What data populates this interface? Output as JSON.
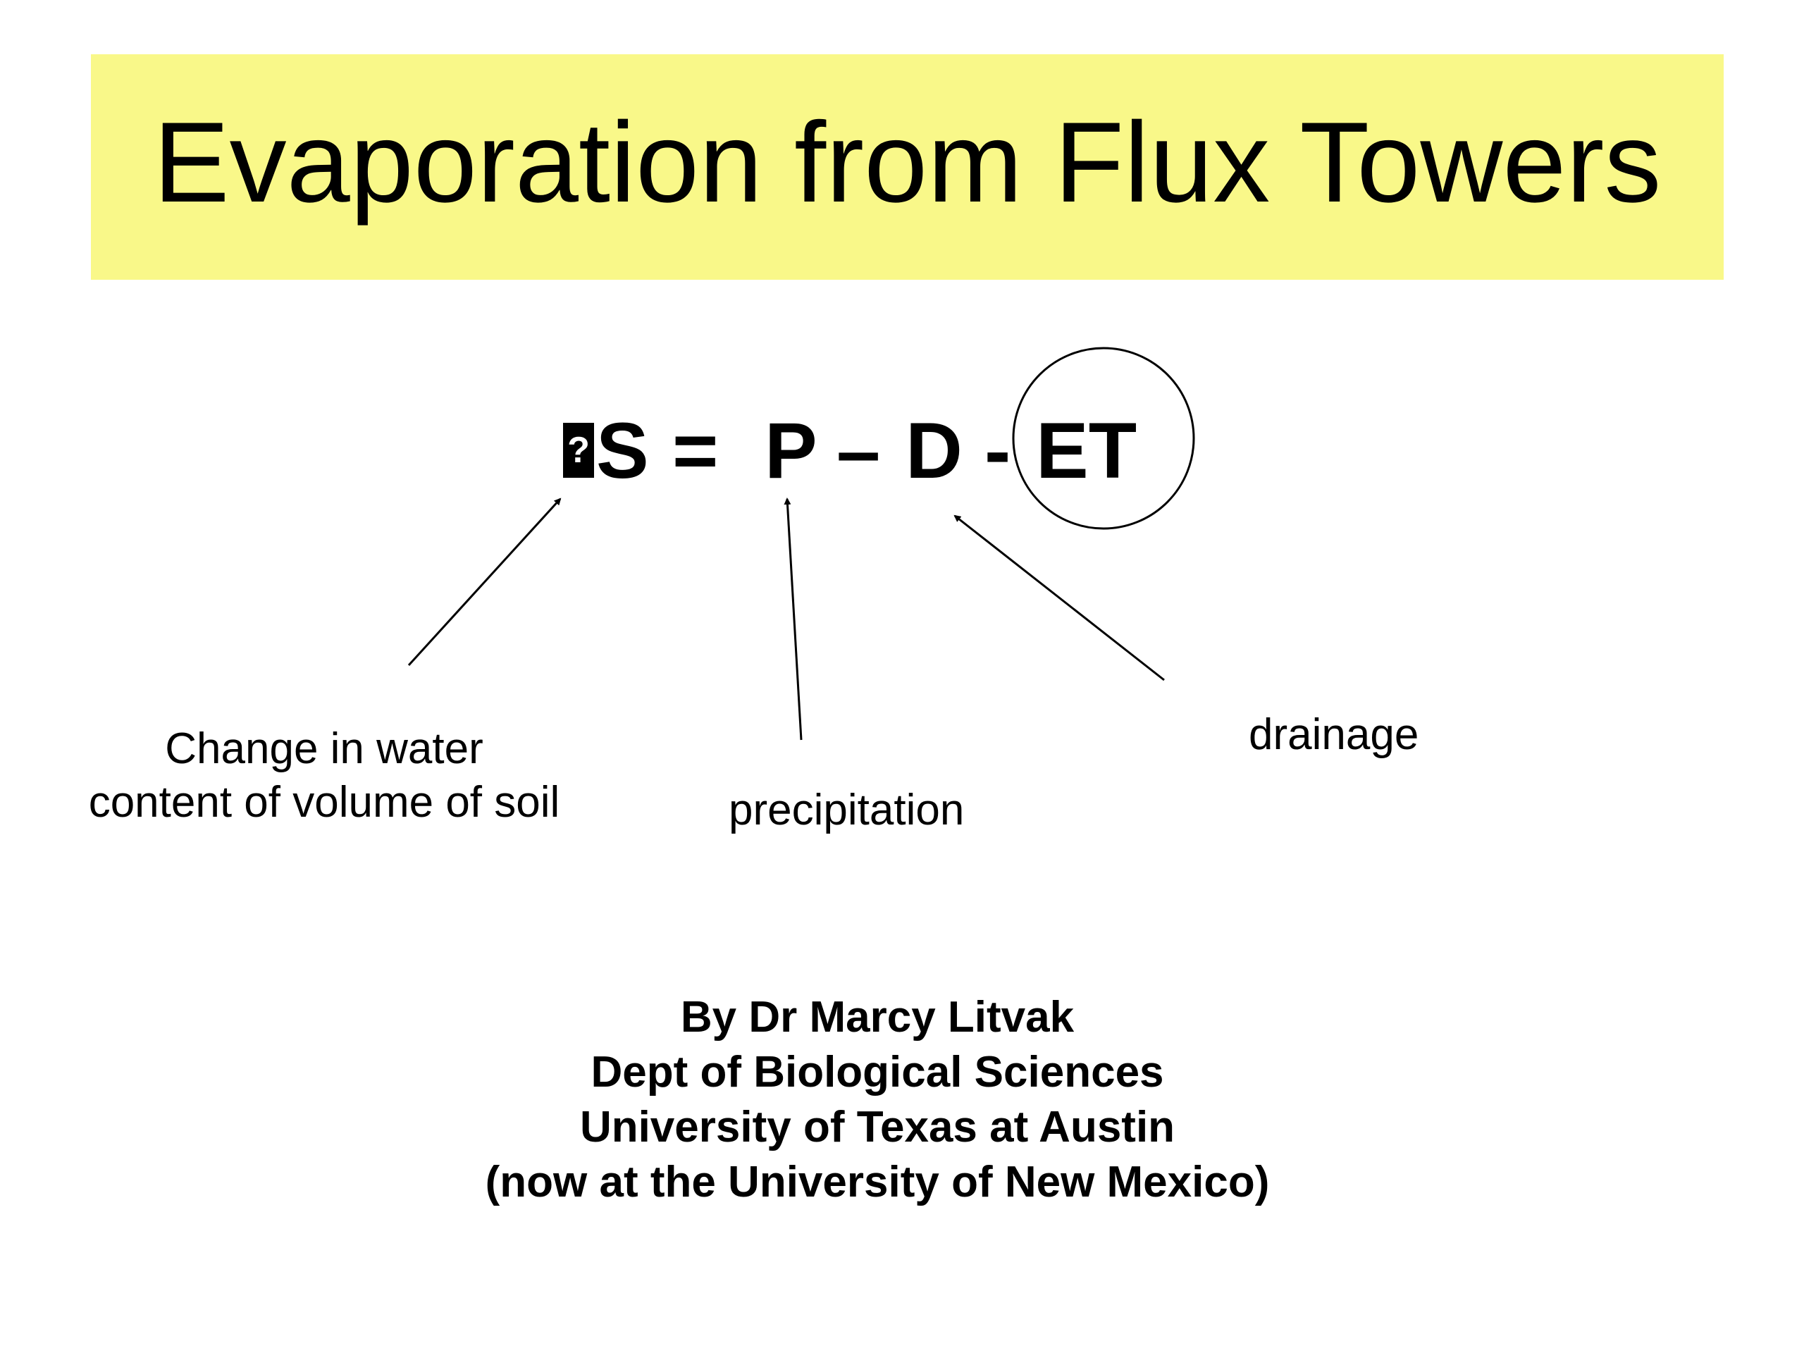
{
  "slide": {
    "title": "Evaporation from Flux Towers",
    "equation": {
      "delta_glyph": "?",
      "storage": "S",
      "equals": "=",
      "precip": "P",
      "minus1": "–",
      "drainage": "D",
      "minus2": "-",
      "et": "ET"
    },
    "labels": {
      "storage_line1": "Change in water",
      "storage_line2": "content of volume of soil",
      "precipitation": "precipitation",
      "drainage": "drainage"
    },
    "credits": {
      "line1": "By Dr Marcy Litvak",
      "line2": "Dept of Biological Sciences",
      "line3": "University of Texas at Austin",
      "line4": "(now at the University of New Mexico)"
    },
    "colors": {
      "title_band": "#f9f889",
      "text": "#000000"
    }
  }
}
